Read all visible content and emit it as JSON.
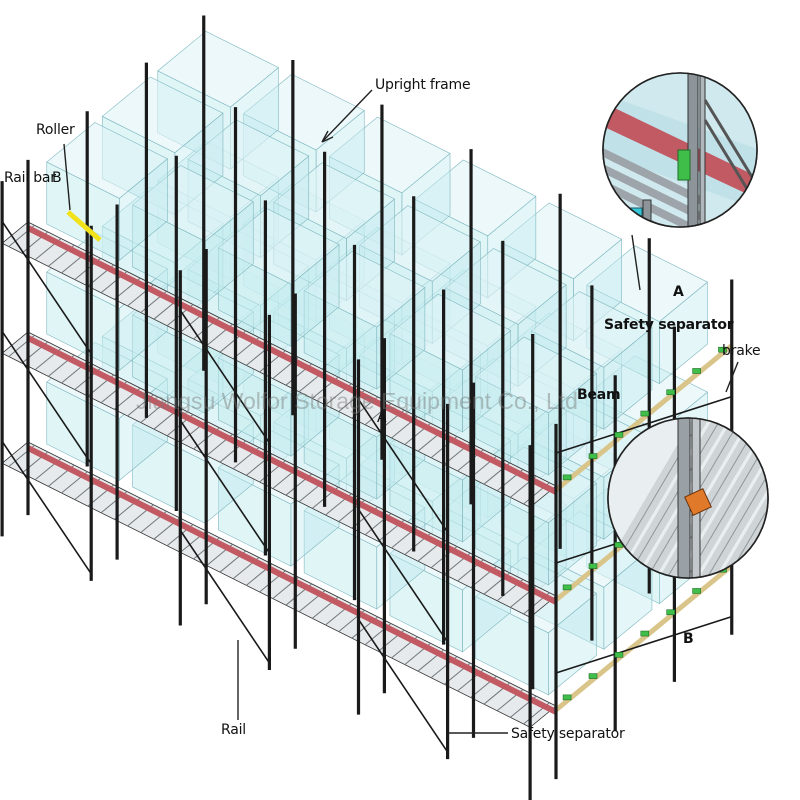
{
  "labels": {
    "upright_frame": "Upright frame",
    "roller": "Roller",
    "rail_bar": "Rail bar",
    "point_b_marker": "B",
    "point_a_marker": "A",
    "rail": "Rail",
    "safety_separator_bottom": "Safety separator",
    "beam": "Beam",
    "detail_a_caption": "A",
    "safety_separator_detail": "Safety separator",
    "brake": "brake",
    "detail_b_caption": "B"
  },
  "watermark": "Jiangsu Wolfor Storage Equipment Co., Ltd",
  "colors": {
    "frame": "#1a1a1a",
    "glass": "#c4ecef",
    "glass_edge": "#7fb8c0",
    "rail_red": "#c25a64",
    "roller": "#b9bfc4",
    "highlight": "#f2e21a",
    "safety_green": "#3fbf4a",
    "brake_orange": "#e07a2a"
  }
}
